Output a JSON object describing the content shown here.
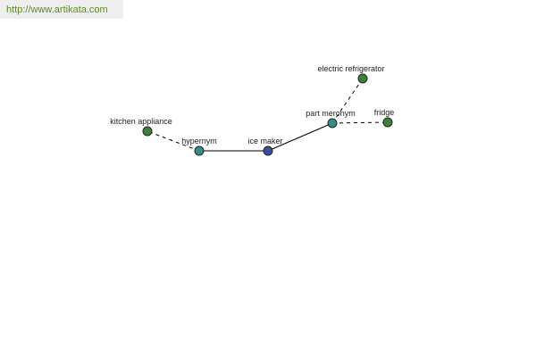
{
  "header": {
    "url": "http://www.artikata.com"
  },
  "colors": {
    "center_node": "#3f4f9a",
    "relation_node": "#3a8a8a",
    "word_node": "#3f7f3f",
    "node_stroke": "#1a2a1a",
    "edge": "#000000"
  },
  "graph": {
    "nodes": {
      "ice_maker": "ice maker",
      "hypernym": "hypernym",
      "kitchen_appliance": "kitchen appliance",
      "part_meronym": "part meronym",
      "electric_refrigerator": "electric refrigerator",
      "fridge": "fridge"
    }
  }
}
